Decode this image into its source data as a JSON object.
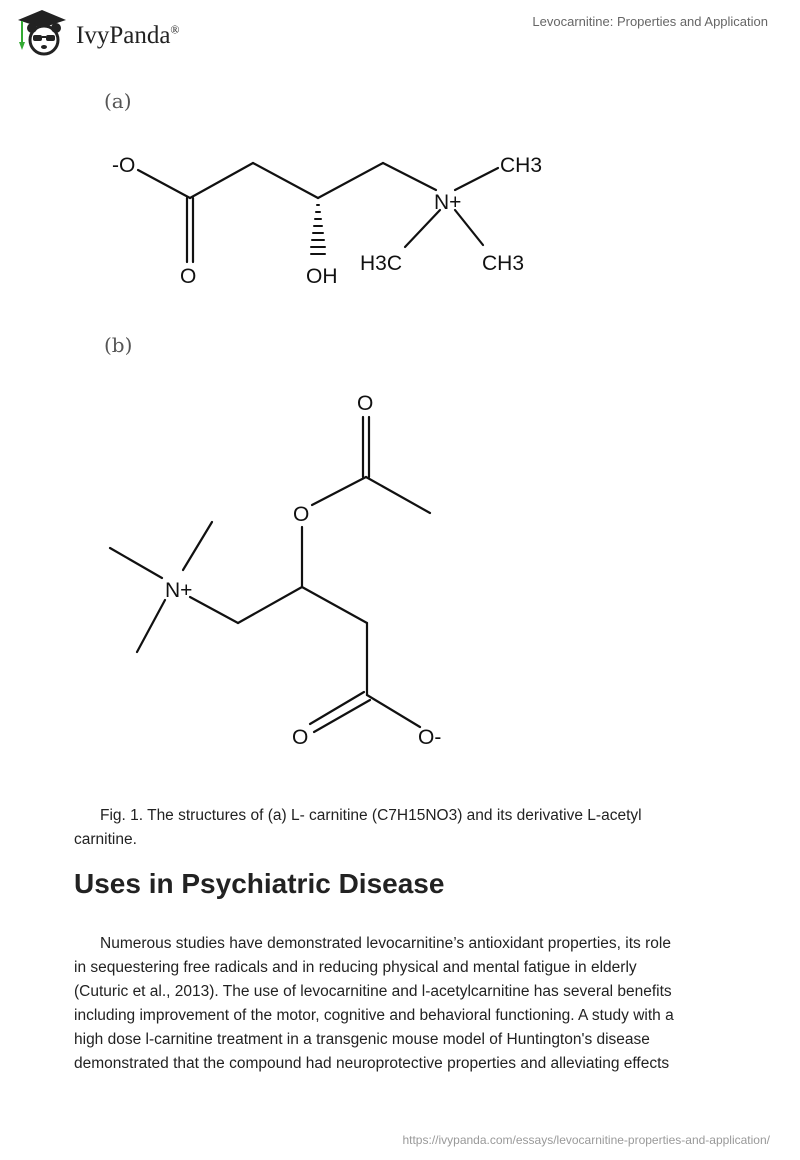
{
  "header": {
    "logo_text": "IvyPanda",
    "logo_mark": "®",
    "doc_title": "Levocarnitine: Properties and Application"
  },
  "figure": {
    "panel_a": {
      "label": "(a)",
      "atoms": {
        "o_minus": "-O",
        "o_double": "O",
        "oh": "OH",
        "n_plus": "N+",
        "ch3_top": "CH3",
        "h3c": "H3C",
        "ch3_bottom": "CH3"
      }
    },
    "panel_b": {
      "label": "(b)",
      "atoms": {
        "o_top": "O",
        "o_ester": "O",
        "n_plus": "N+",
        "o_double": "O",
        "o_minus": "O-"
      }
    },
    "caption_line1": "Fig. 1. The structures of (a) L- carnitine (C7H15NO3) and its derivative L-acetyl",
    "caption_line2": "carnitine."
  },
  "section": {
    "heading": "Uses in Psychiatric Disease",
    "paragraph_lines": [
      "Numerous studies have demonstrated levocarnitine’s antioxidant properties, its role",
      "in sequestering free radicals and in reducing physical and mental fatigue in elderly",
      "(Cuturic et al., 2013). The use of levocarnitine and l-acetylcarnitine has several benefits",
      "including improvement of the motor, cognitive and behavioral functioning. A study with a",
      "high dose l-carnitine treatment in a transgenic mouse model of Huntington's disease",
      "demonstrated that the compound had neuroprotective properties and alleviating effects"
    ]
  },
  "footer": {
    "url": "https://ivypanda.com/essays/levocarnitine-properties-and-application/"
  }
}
